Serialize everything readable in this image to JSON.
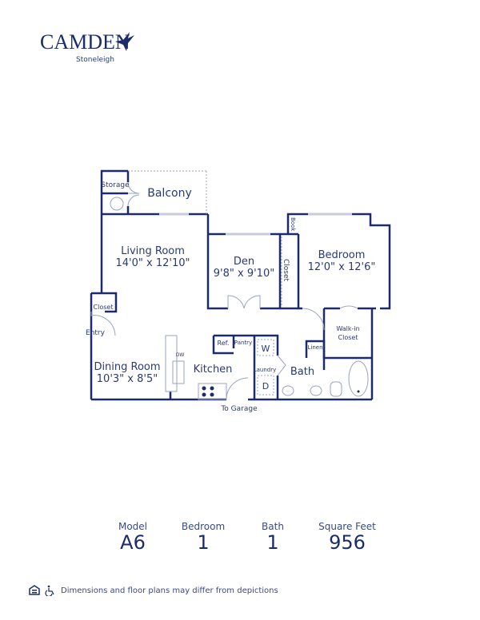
{
  "brand": {
    "name": "Camden",
    "community": "Stoneleigh",
    "color": "#1c2c6b"
  },
  "rooms": {
    "storage": "Storage",
    "balcony": "Balcony",
    "living_room": {
      "name": "Living Room",
      "size": "14'0\" x 12'10\""
    },
    "den": {
      "name": "Den",
      "size": "9'8\" x 9'10\""
    },
    "den_closet": "Closet",
    "book": "Book",
    "bedroom": {
      "name": "Bedroom",
      "size": "12'0\" x 12'6\""
    },
    "closet": "Closet",
    "entry": "Entry",
    "walk_in_closet": [
      "Walk-in",
      "Closet"
    ],
    "linen": "Linen",
    "ref": "Ref.",
    "pantry": "Pantry",
    "washer": "W",
    "dryer": "D",
    "laundry": "Laundry",
    "dishwasher": "DW",
    "kitchen": "Kitchen",
    "bath": "Bath",
    "dining_room": {
      "name": "Dining Room",
      "size": "10'3\" x 8'5\""
    },
    "to_garage": "To Garage"
  },
  "stats": [
    {
      "label": "Model",
      "value": "A6"
    },
    {
      "label": "Bedroom",
      "value": "1"
    },
    {
      "label": "Bath",
      "value": "1"
    },
    {
      "label": "Square Feet",
      "value": "956"
    }
  ],
  "footer": {
    "icons": [
      "equal-housing-icon",
      "wheelchair-accessible-icon"
    ],
    "disclaimer": "Dimensions and floor plans may differ from depictions"
  }
}
